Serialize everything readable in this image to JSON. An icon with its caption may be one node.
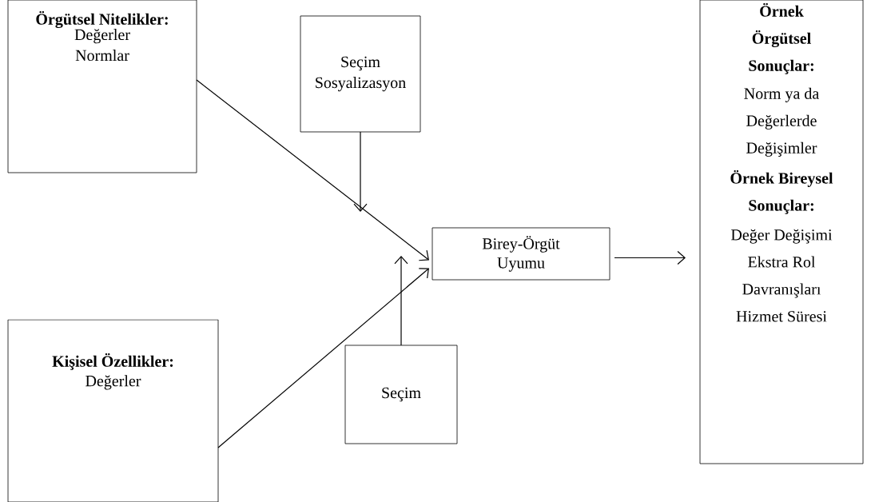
{
  "diagram": {
    "nodes": [
      {
        "text": [
          "Örgütsel Nitelikler:",
          "Değerler Normlar"
        ]
      },
      {
        "text": [
          "Seçim Sosyalizasyon"
        ]
      },
      {
        "text": [
          "Birey-Örgüt Uyumu"
        ]
      },
      {
        "text": [
          "Örnek Örgütsel Sonuçlar:",
          "Norm ya da Değerlerde Değişimler",
          "Örnek Bireysel Sonuçlar:",
          "Değer Değişimi Ekstra Rol Davranışları Hizmet Süresi"
        ]
      },
      {
        "text": [
          "Kişisel Özellikler:",
          "Değerler"
        ]
      },
      {
        "text": [
          "Seçim"
        ]
      }
    ],
    "edges": [
      {
        "from": 0,
        "to": 2,
        "arrow": "to"
      },
      {
        "from": 4,
        "to": 2,
        "arrow": "to"
      },
      {
        "from": 1,
        "to": null,
        "arrow": "to"
      },
      {
        "from": 5,
        "to": null,
        "arrow": "to"
      },
      {
        "from": 2,
        "to": 3,
        "arrow": "to"
      }
    ]
  }
}
